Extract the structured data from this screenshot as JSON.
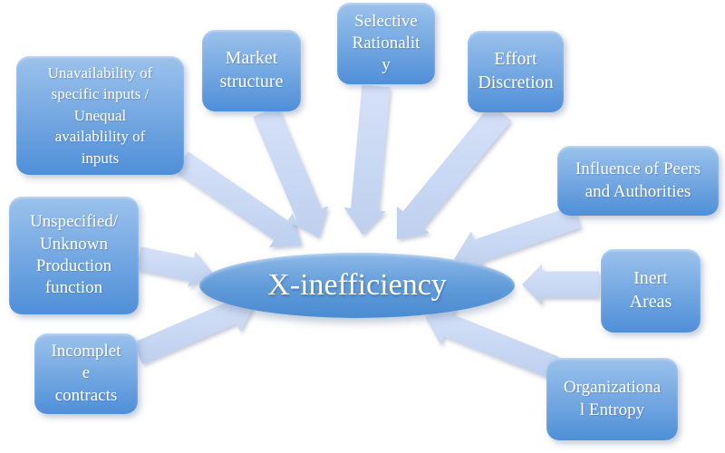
{
  "diagram": {
    "center": {
      "id": "center",
      "label": "X-inefficiency"
    },
    "nodes": [
      {
        "id": "unavailability-of-inputs",
        "label": "Unavailability of\nspecific inputs /\nUnequal\navailablility of\ninputs"
      },
      {
        "id": "market-structure",
        "label": "Market\nstructure"
      },
      {
        "id": "selective-rationality",
        "label": "Selective\nRationalit\ny"
      },
      {
        "id": "effort-discretion",
        "label": "Effort\nDiscretion"
      },
      {
        "id": "influence-of-peers-and-authorities",
        "label": "Influence of Peers\nand Authorities"
      },
      {
        "id": "inert-areas",
        "label": "Inert\nAreas"
      },
      {
        "id": "organizational-entropy",
        "label": "Organizationa\nl Entropy"
      },
      {
        "id": "unspecified-production-function",
        "label": "Unspecified/\nUnknown\nProduction\nfunction"
      },
      {
        "id": "incomplete-contracts",
        "label": "Incomplet\ne\ncontracts"
      }
    ],
    "edges": [
      {
        "from": "unavailability-of-inputs",
        "to": "center"
      },
      {
        "from": "market-structure",
        "to": "center"
      },
      {
        "from": "selective-rationality",
        "to": "center"
      },
      {
        "from": "effort-discretion",
        "to": "center"
      },
      {
        "from": "influence-of-peers-and-authorities",
        "to": "center"
      },
      {
        "from": "inert-areas",
        "to": "center"
      },
      {
        "from": "organizational-entropy",
        "to": "center"
      },
      {
        "from": "unspecified-production-function",
        "to": "center"
      },
      {
        "from": "incomplete-contracts",
        "to": "center"
      }
    ],
    "colors": {
      "node_top": "#9cc2ec",
      "node_bottom": "#4f8fd8",
      "ellipse_top": "#8eb9e9",
      "ellipse_bottom": "#4a8bd2",
      "arrow_light": "#d6e1f7",
      "arrow_dark": "#bed0ef",
      "text": "#ffffff",
      "background": "#ffffff"
    }
  }
}
